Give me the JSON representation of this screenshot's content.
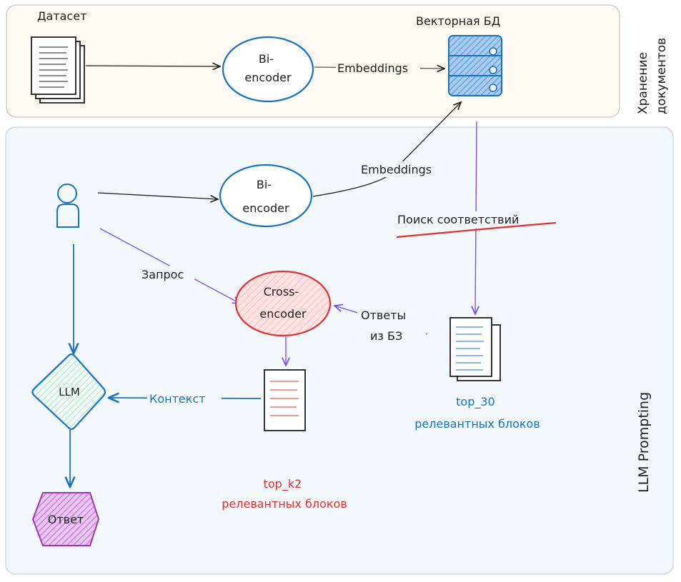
{
  "sections": {
    "storage_title": "Хранение документов",
    "storage_title_lines": [
      "Хранение",
      "документов"
    ],
    "prompting_title": "LLM Prompting"
  },
  "dataset": {
    "label": "Датасет"
  },
  "vector_db": {
    "label": "Векторная БД"
  },
  "bi_encoder_top": {
    "lines": [
      "Bi-",
      "encoder"
    ]
  },
  "bi_encoder_bottom": {
    "lines": [
      "Bi-",
      "encoder"
    ]
  },
  "cross_encoder": {
    "lines": [
      "Cross-",
      "encoder"
    ]
  },
  "llm": {
    "label": "LLM"
  },
  "answer": {
    "label": "Ответ"
  },
  "edges": {
    "embeddings_top": "Embeddings",
    "embeddings_bottom": "Embeddings",
    "search": "Поиск соответствий",
    "query": "Запрос",
    "kb_answers_lines": [
      "Ответы",
      "из БЗ"
    ],
    "context": "Контекст"
  },
  "top30": {
    "lines": [
      "top_30",
      "релевантных блоков"
    ]
  },
  "topk2": {
    "lines": [
      "top_k2",
      "релевантных блоков"
    ]
  },
  "colors": {
    "ink": "#1e1e1e",
    "blue": "#1971c2",
    "red": "#e03131",
    "purple": "#7950f2",
    "green": "#2f9e44",
    "magenta": "#9c36b5",
    "storage_bg": "#fbf9f2",
    "prompting_bg": "#f3f8fd"
  }
}
